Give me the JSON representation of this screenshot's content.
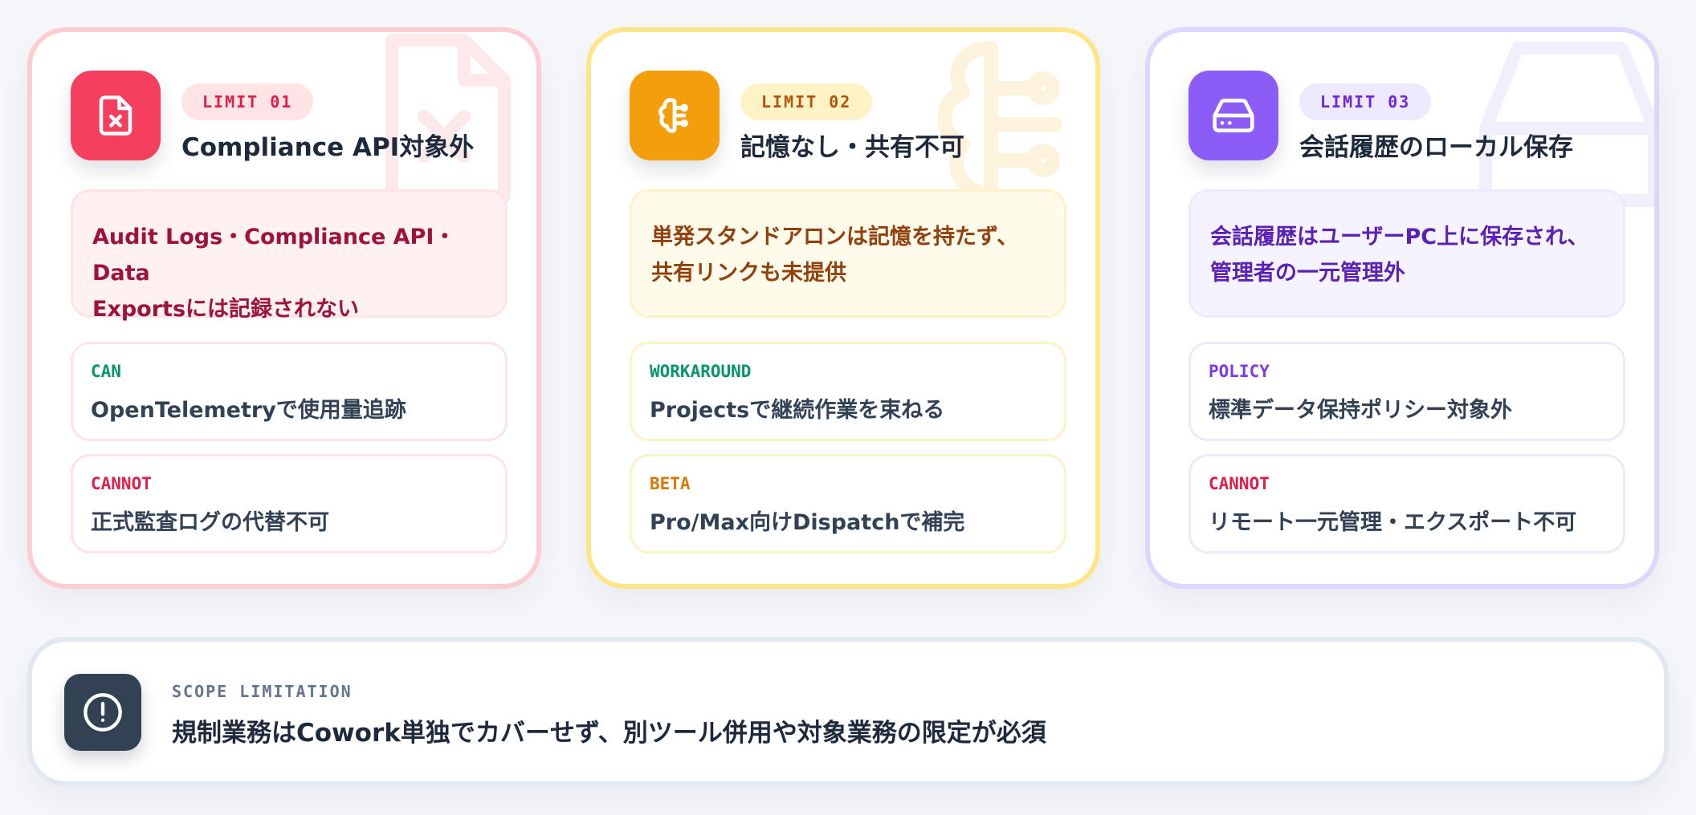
{
  "cards": [
    {
      "badge": "LIMIT 01",
      "title": "Compliance API対象外",
      "icon": "file-x-icon",
      "accent": "#f43f5e",
      "description_lines": [
        "Audit Logs・Compliance API・Data",
        "Exportsには記録されない"
      ],
      "items": [
        {
          "tag": "CAN",
          "tag_color": "#059669",
          "text": "OpenTelemetryで使用量追跡"
        },
        {
          "tag": "CANNOT",
          "tag_color": "#e11d48",
          "text": "正式監査ログの代替不可"
        }
      ]
    },
    {
      "badge": "LIMIT 02",
      "title": "記憶なし・共有不可",
      "icon": "brain-icon",
      "accent": "#f59e0b",
      "description_lines": [
        "単発スタンドアロンは記憶を持たず、",
        "共有リンクも未提供"
      ],
      "items": [
        {
          "tag": "WORKAROUND",
          "tag_color": "#059669",
          "text": "Projectsで継続作業を束ねる"
        },
        {
          "tag": "BETA",
          "tag_color": "#d97706",
          "text": "Pro/Max向けDispatchで補完"
        }
      ]
    },
    {
      "badge": "LIMIT 03",
      "title": "会話履歴のローカル保存",
      "icon": "hard-drive-icon",
      "accent": "#8b5cf6",
      "description_lines": [
        "会話履歴はユーザーPC上に保存され、",
        "管理者の一元管理外"
      ],
      "items": [
        {
          "tag": "POLICY",
          "tag_color": "#7c3aed",
          "text": "標準データ保持ポリシー対象外"
        },
        {
          "tag": "CANNOT",
          "tag_color": "#e11d48",
          "text": "リモート一元管理・エクスポート不可"
        }
      ]
    }
  ],
  "banner": {
    "label": "SCOPE LIMITATION",
    "text": "規制業務はCowork単独でカバーせず、別ツール併用や対象業務の限定が必須",
    "icon": "alert-circle-icon"
  }
}
